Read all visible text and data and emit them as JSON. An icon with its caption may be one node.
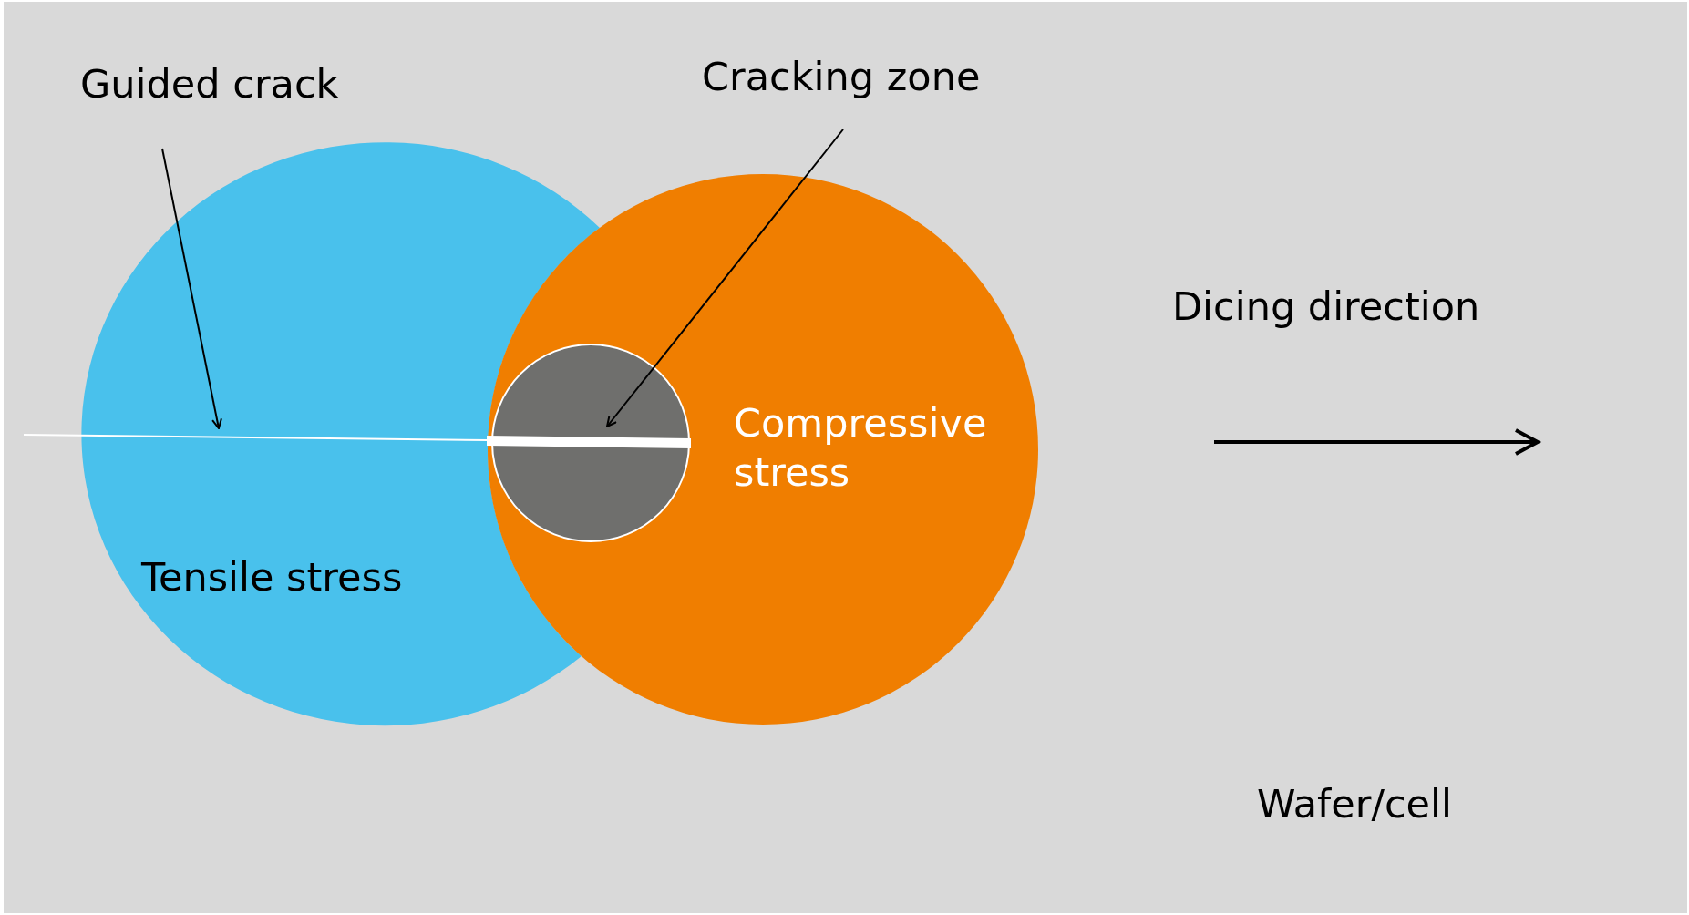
{
  "diagram": {
    "nodes": [
      {
        "text": [
          "Wafer/cell"
        ]
      },
      {
        "text": [
          "Tensile stress"
        ],
        "in": 0
      },
      {
        "text": [
          "Compressive stress"
        ],
        "in": 0
      },
      {
        "text": [],
        "shape": "circle",
        "in": 2
      },
      {
        "text": [
          "Guided crack"
        ],
        "in": 0
      },
      {
        "text": [
          "Cracking zone"
        ],
        "in": 0
      },
      {
        "text": [],
        "shape": "bar",
        "in": 0
      }
    ],
    "edges": [
      {
        "from": 4,
        "to": 6,
        "arrow": "to"
      },
      {
        "from": 5,
        "to": 3,
        "arrow": "to"
      }
    ],
    "labels": [
      "Dicing direction"
    ]
  }
}
